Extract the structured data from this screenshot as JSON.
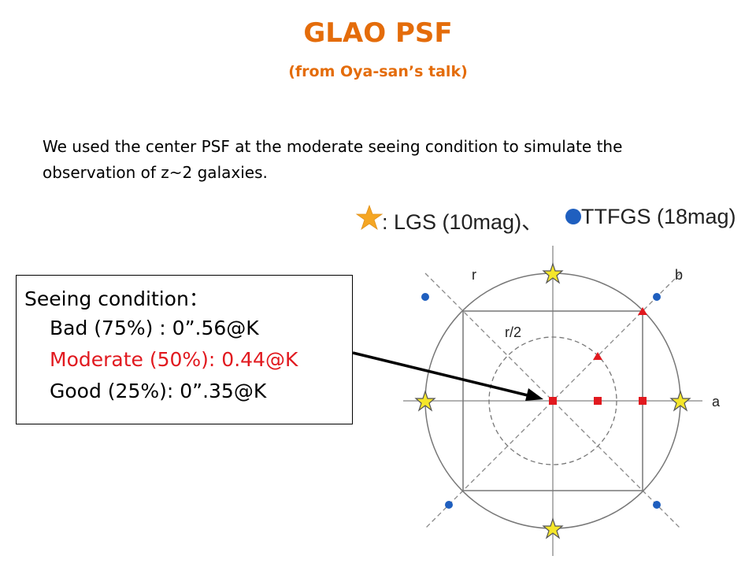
{
  "title": "GLAO PSF",
  "subtitle": "(from Oya-san’s talk)",
  "intro": "We used the center PSF at the moderate seeing condition to simulate the observation of z~2 galaxies.",
  "legend": {
    "lgs_label": ": LGS (10mag)、",
    "tt_label": "TTFGS (18mag)"
  },
  "seeing": {
    "title": "Seeing condition：",
    "bad": "Bad (75%) : 0”.56@K",
    "moderate": "Moderate (50%): 0.44@K",
    "good": "Good (25%):  0”.35@K"
  },
  "diagram": {
    "label_r": "r",
    "label_b": "b",
    "label_r2": "r/2",
    "label_a": "a"
  },
  "colors": {
    "title": "#E46C0A",
    "highlight": "#E1191F",
    "lgs_star": "#F5D211",
    "tt_dot": "#1F5FBF",
    "psf_marker": "#E1191F"
  }
}
